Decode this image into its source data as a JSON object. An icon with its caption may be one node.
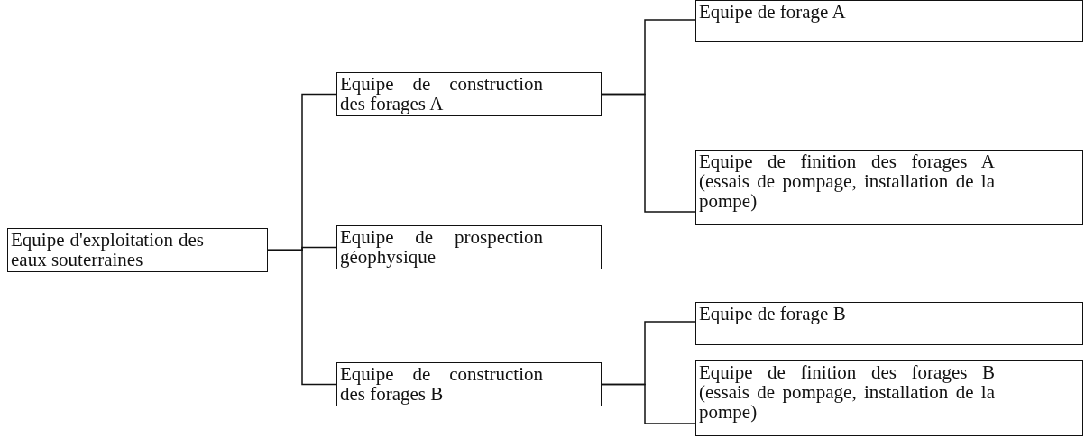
{
  "diagram": {
    "nodes": [
      {
        "text": [
          "Equipe d'exploitation des eaux souterraines"
        ]
      },
      {
        "text": [
          "Equipe de construction des forages A"
        ]
      },
      {
        "text": [
          "Equipe de prospection géophysique"
        ]
      },
      {
        "text": [
          "Equipe de construction des forages B"
        ]
      },
      {
        "text": [
          "Equipe de forage A"
        ]
      },
      {
        "text": [
          "Equipe de finition des forages A (essais de pompage, installation de la pompe)"
        ]
      },
      {
        "text": [
          "Equipe de forage B"
        ]
      },
      {
        "text": [
          "Equipe de finition des forages B (essais de pompage, installation de la pompe)"
        ]
      }
    ],
    "edges": [
      {
        "from": 0,
        "to": 1,
        "arrow": "none"
      },
      {
        "from": 0,
        "to": 2,
        "arrow": "none"
      },
      {
        "from": 0,
        "to": 3,
        "arrow": "none"
      },
      {
        "from": 1,
        "to": 4,
        "arrow": "none"
      },
      {
        "from": 1,
        "to": 5,
        "arrow": "none"
      },
      {
        "from": 3,
        "to": 6,
        "arrow": "none"
      },
      {
        "from": 3,
        "to": 7,
        "arrow": "none"
      }
    ]
  }
}
